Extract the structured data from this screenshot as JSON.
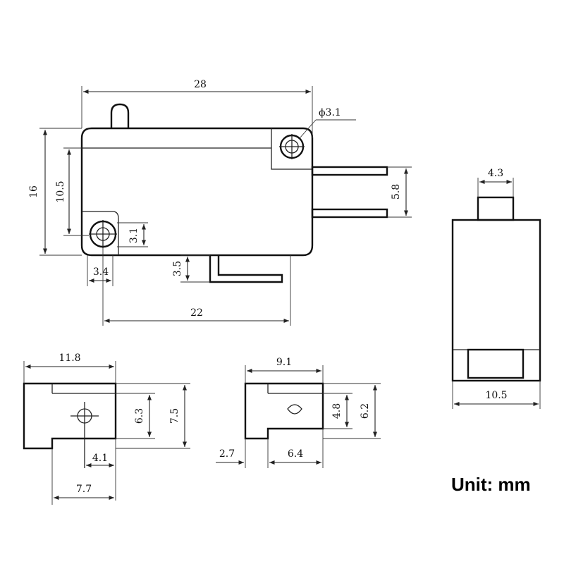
{
  "unit_label": "Unit: mm",
  "front_view": {
    "overall_length": "28",
    "hole_diameter": "ϕ3.1",
    "overall_height": "16",
    "hole_spacing_vertical": "10.5",
    "terminal_pitch": "5.8",
    "hole_offset_vertical": "3.1",
    "hole_offset_horizontal": "3.4",
    "foot_height": "3.5",
    "hole_to_foot": "22"
  },
  "side_view": {
    "actuator_width": "4.3",
    "body_width": "10.5"
  },
  "terminal_large": {
    "length": "11.8",
    "inner_height": "6.3",
    "outer_height": "7.5",
    "hole_offset": "4.1",
    "tab_length": "7.7"
  },
  "terminal_small": {
    "length": "9.1",
    "inner_height": "4.8",
    "outer_height": "6.2",
    "neck_length": "2.7",
    "tab_length": "6.4"
  }
}
